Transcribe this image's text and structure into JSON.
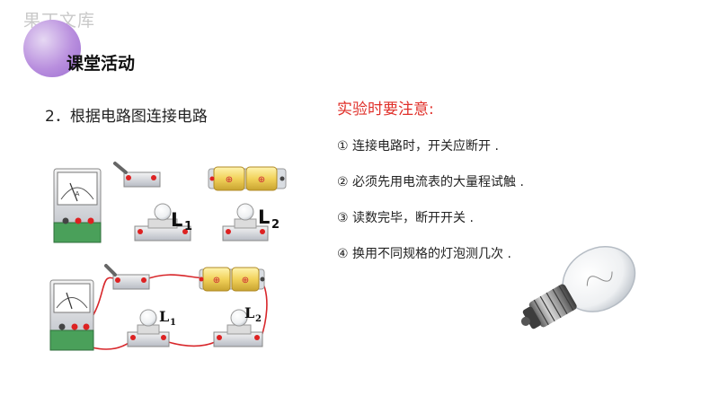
{
  "watermark": "果丁文库",
  "section_title": "课堂活动",
  "step_title": "2．根据电路图连接电路",
  "notes": {
    "title": "实验时要注意:",
    "items": [
      "① 连接电路时，开关应断开 .",
      "② 必须先用电流表的大量程试触 .",
      "③ 读数完毕，断开开关 .",
      "④ 换用不同规格的灯泡测几次 ."
    ]
  },
  "diagram": {
    "lamp1_label": "L",
    "lamp1_sub": "1",
    "lamp2_label": "L",
    "lamp2_sub": "2",
    "battery_sign": "⊕",
    "meter_label": "A"
  },
  "colors": {
    "accent_red": "#e0302a",
    "wire": "#d8262a",
    "circle": "#b98fde"
  }
}
